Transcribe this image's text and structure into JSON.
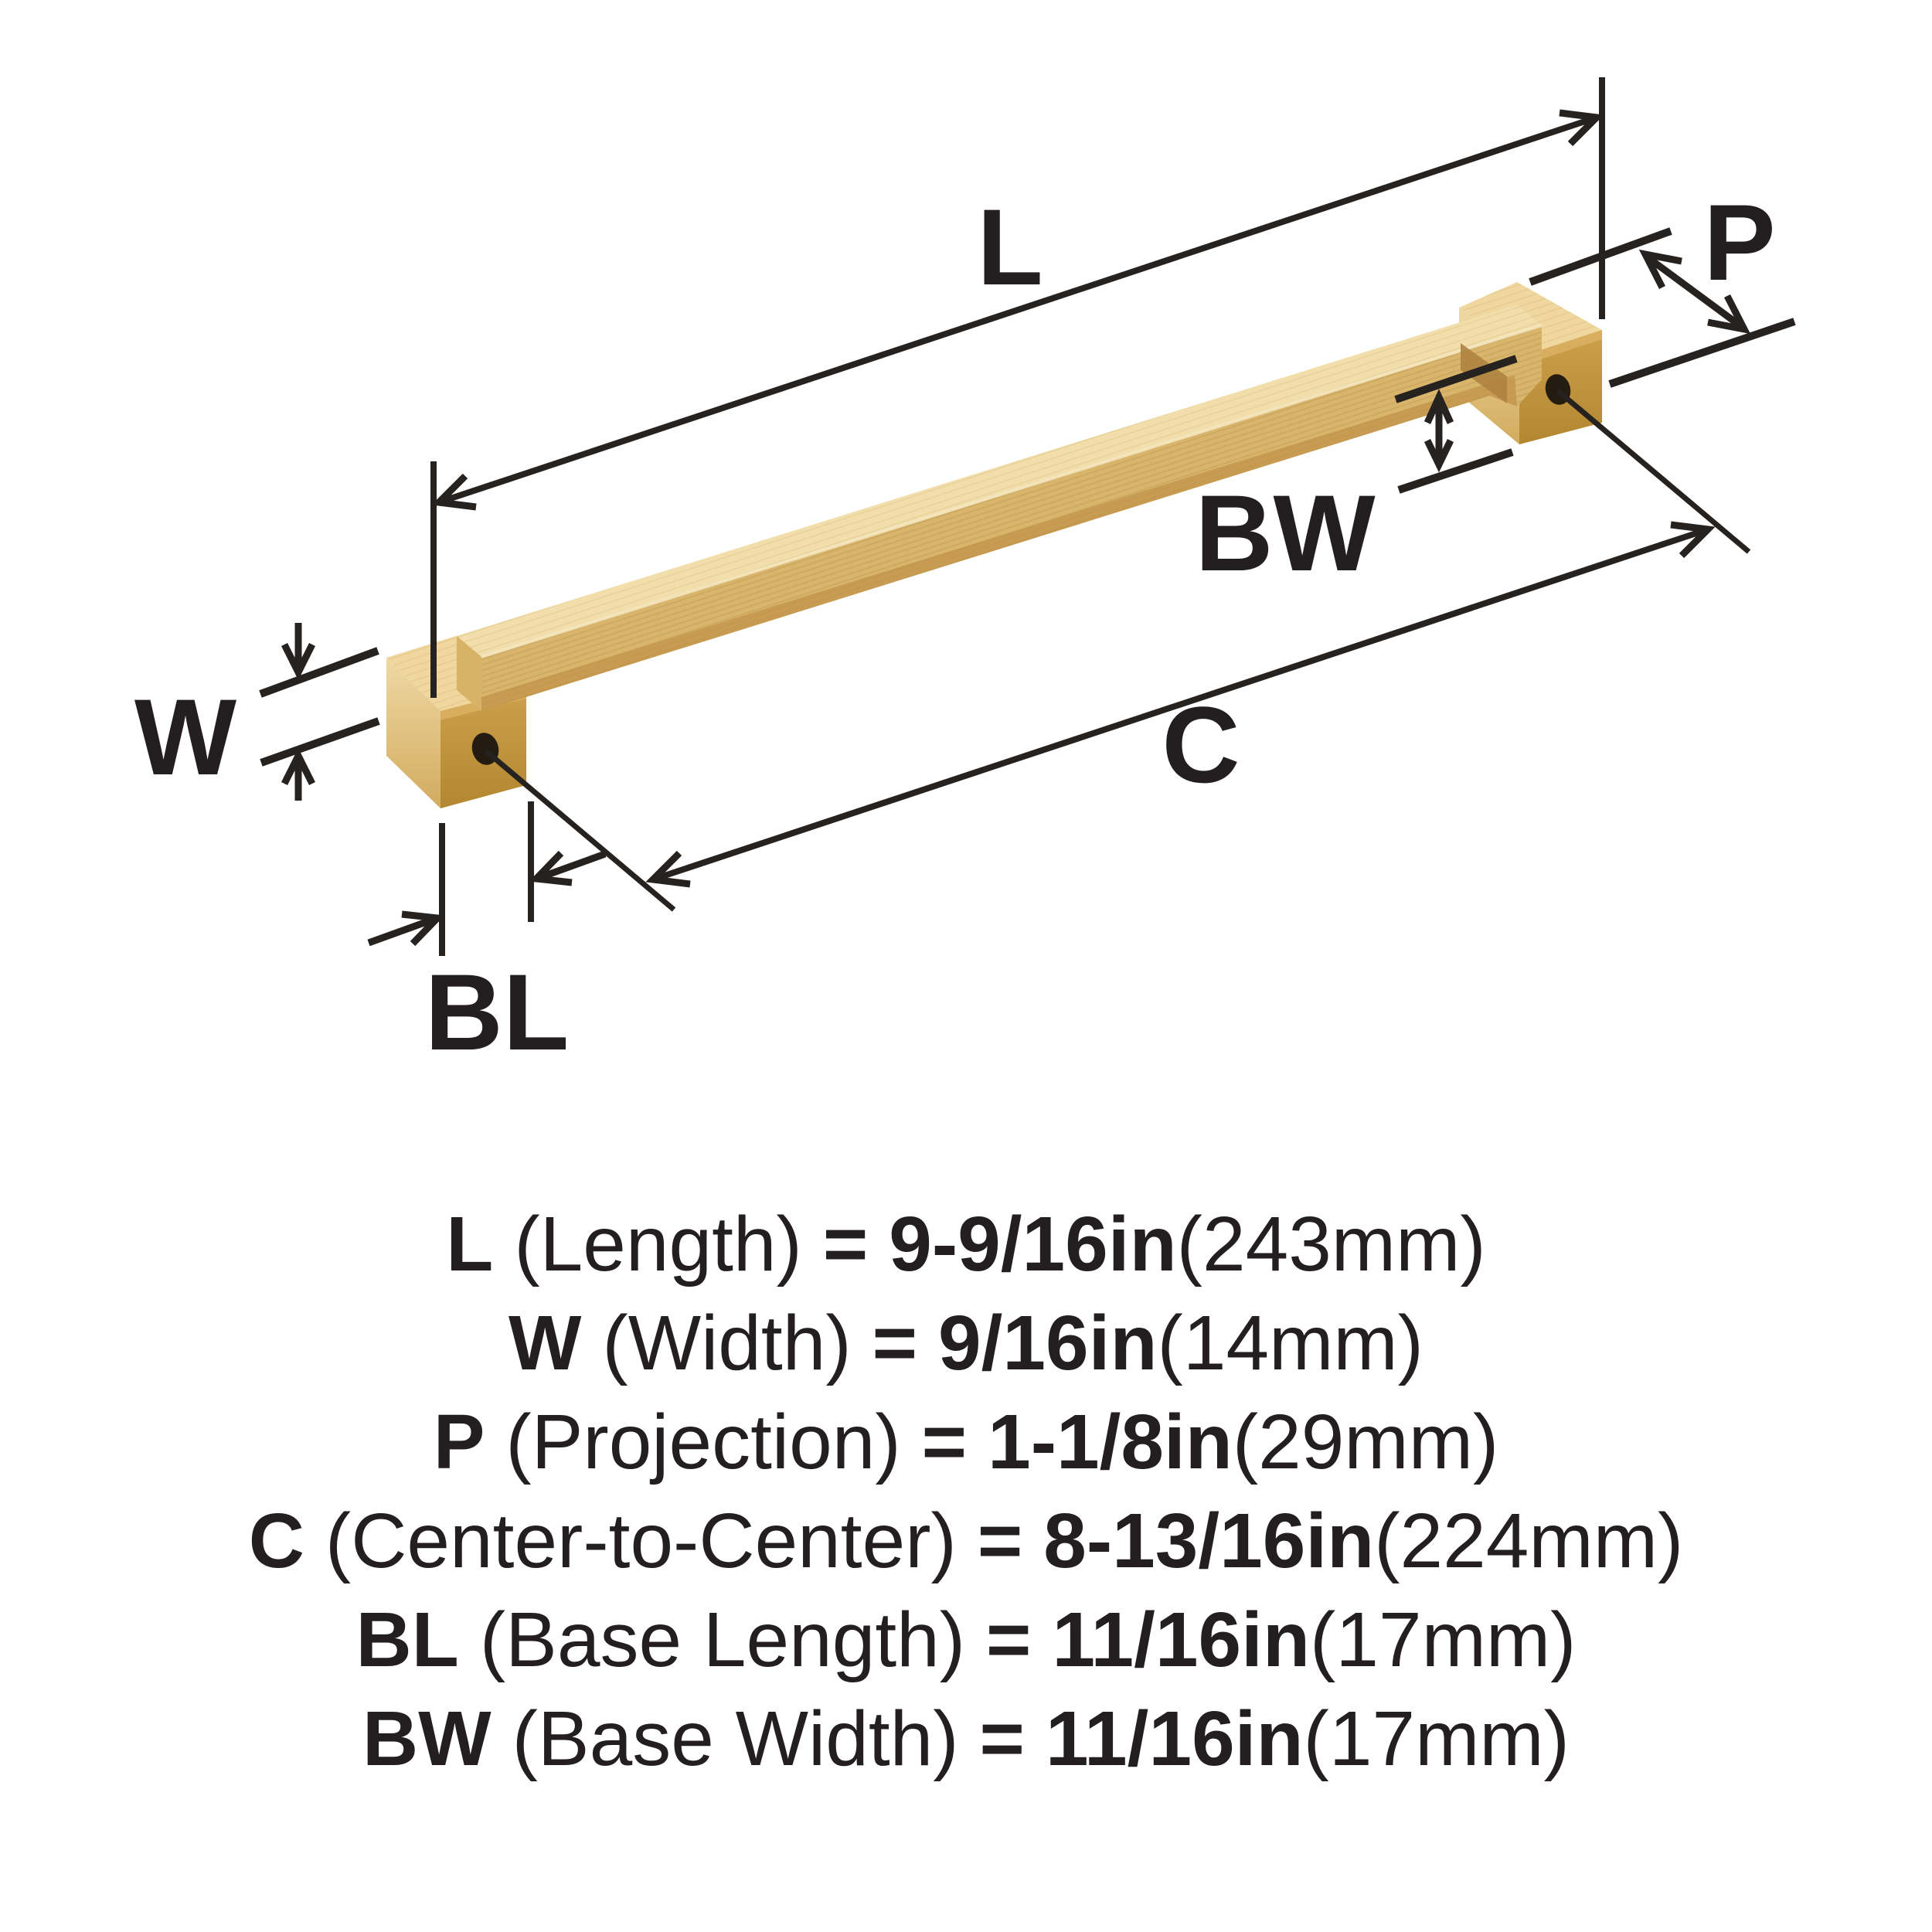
{
  "diagram": {
    "dim_labels": {
      "length": "L",
      "width": "W",
      "projection": "P",
      "center_to_center": "C",
      "base_length": "BL",
      "base_width": "BW"
    },
    "handle": {
      "description": "champagne-gold rectangular bar cabinet pull with two square mounting bases and screw holes"
    }
  },
  "specs": [
    {
      "code": "L",
      "name": "(Length)",
      "equals": "=",
      "value": "9-9/16in",
      "metric": "(243mm)"
    },
    {
      "code": "W",
      "name": "(Width)",
      "equals": "=",
      "value": "9/16in",
      "metric": "(14mm)"
    },
    {
      "code": "P",
      "name": "(Projection)",
      "equals": "=",
      "value": "1-1/8in",
      "metric": "(29mm)"
    },
    {
      "code": "C",
      "name": "(Center-to-Center)",
      "equals": "=",
      "value": "8-13/16in",
      "metric": "(224mm)"
    },
    {
      "code": "BL",
      "name": "(Base Length)",
      "equals": "=",
      "value": "11/16in",
      "metric": "(17mm)"
    },
    {
      "code": "BW",
      "name": "(Base Width)",
      "equals": "=",
      "value": "11/16in",
      "metric": "(17mm)"
    }
  ],
  "colors": {
    "ink": "#231F20",
    "gold_top_face": "#EFD79E",
    "gold_bar_top": "#F1DEAA",
    "gold_bar_front": "#D9B56C",
    "gold_foot_front": "#C2963F",
    "gold_foot_side": "#E8CE94",
    "background": "#FFFFFF"
  }
}
